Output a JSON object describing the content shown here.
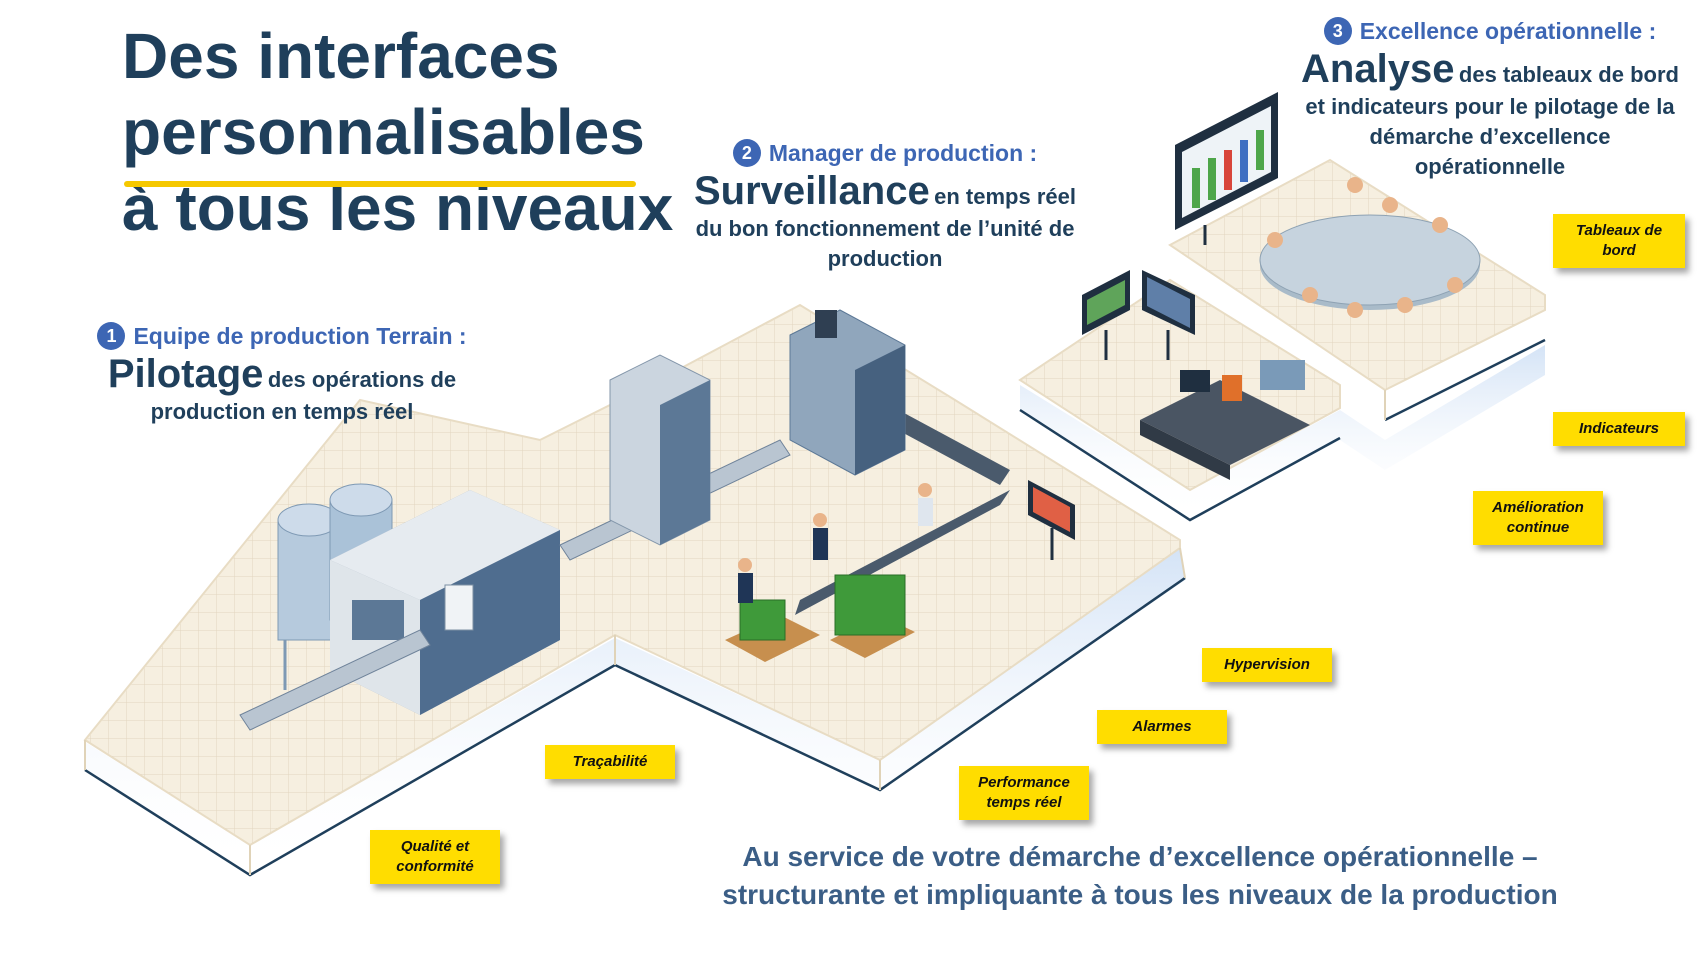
{
  "title": {
    "line1": "Des interfaces personnalisables",
    "line2": "à tous les niveaux"
  },
  "levels": [
    {
      "number": "1",
      "heading": "Equipe de production Terrain :",
      "keyword": "Pilotage",
      "desc_inline": "des opérations de",
      "desc_lines": [
        "production en temps réel"
      ]
    },
    {
      "number": "2",
      "heading": "Manager de production :",
      "keyword": "Surveillance",
      "desc_inline": "en temps réel",
      "desc_lines": [
        "du bon fonctionnement de l’unité de",
        "production"
      ]
    },
    {
      "number": "3",
      "heading": "Excellence opérationnelle :",
      "keyword": "Analyse",
      "desc_inline": "des tableaux de bord",
      "desc_lines": [
        "et indicateurs pour le pilotage de la",
        "démarche d’excellence",
        "opérationnelle"
      ]
    }
  ],
  "tags": [
    {
      "line1": "Tableaux de",
      "line2": "bord"
    },
    {
      "line1": "Indicateurs",
      "line2": ""
    },
    {
      "line1": "Amélioration",
      "line2": "continue"
    },
    {
      "line1": "Hypervision",
      "line2": ""
    },
    {
      "line1": "Alarmes",
      "line2": ""
    },
    {
      "line1": "Performance",
      "line2": "temps réel"
    },
    {
      "line1": "Traçabilité",
      "line2": ""
    },
    {
      "line1": "Qualité et",
      "line2": "conformité"
    }
  ],
  "footer": {
    "line1": "Au service de votre démarche d’excellence opérationnelle –",
    "line2": "structurante et impliquante à tous les niveaux de la production"
  },
  "colors": {
    "title": "#1f3f5b",
    "accent_blue": "#3d66b4",
    "tag_yellow": "#ffdd00",
    "underline_yellow": "#f5c800",
    "floor": "#f6efe0",
    "floor_edge": "#1f3f5b"
  }
}
